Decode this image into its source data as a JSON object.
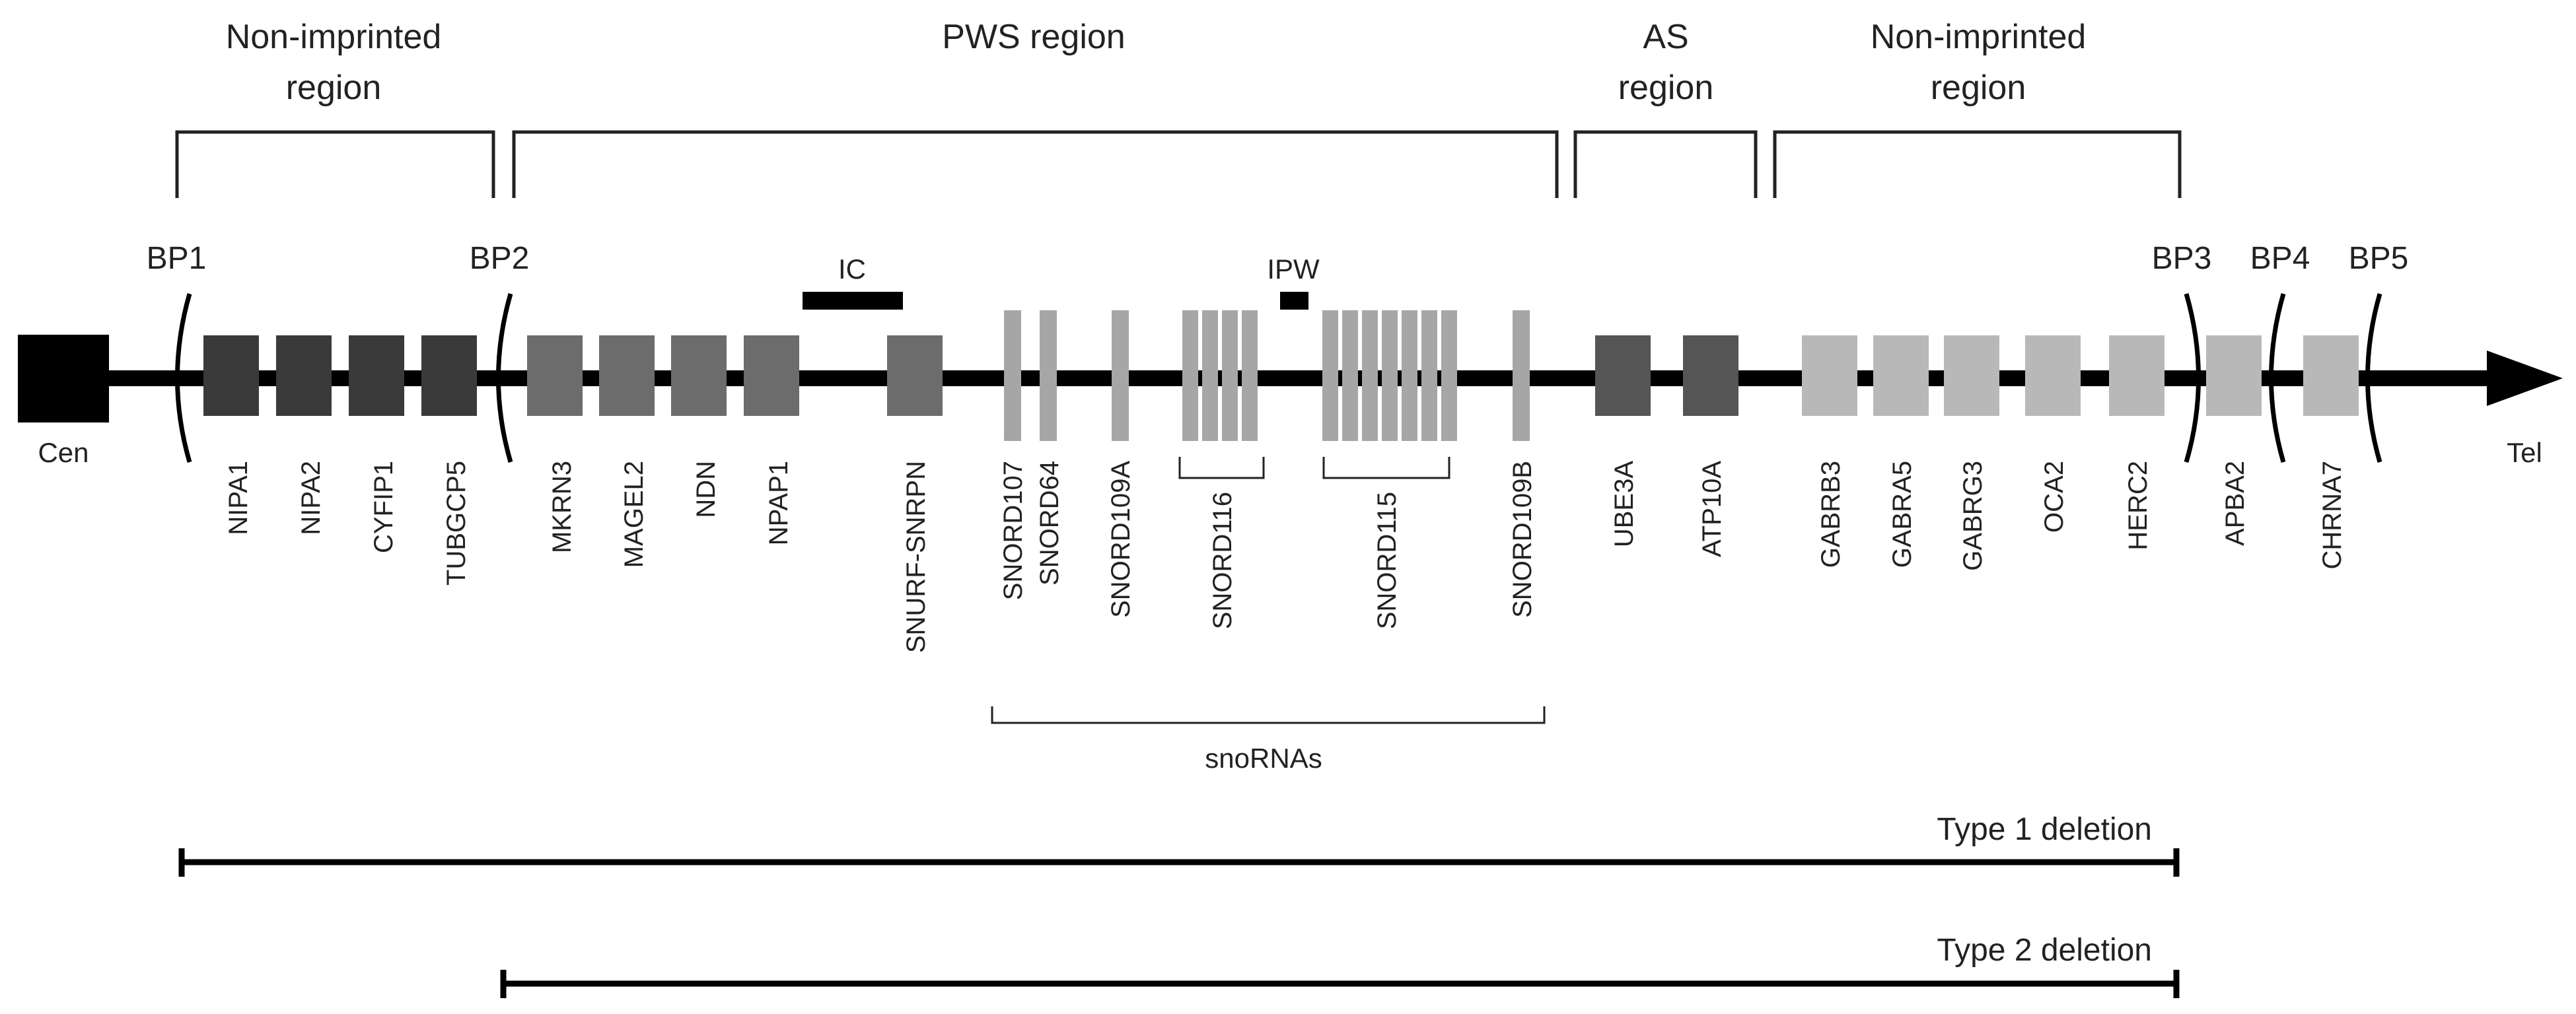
{
  "regions": [
    {
      "key": "nonimp1",
      "lines": [
        "Non-imprinted",
        "region"
      ]
    },
    {
      "key": "pws",
      "lines": [
        "PWS region"
      ]
    },
    {
      "key": "as",
      "lines": [
        "AS",
        "region"
      ]
    },
    {
      "key": "nonimp2",
      "lines": [
        "Non-imprinted",
        "region"
      ]
    }
  ],
  "breakpoints": [
    {
      "key": "bp1",
      "label": "BP1"
    },
    {
      "key": "bp2",
      "label": "BP2"
    },
    {
      "key": "bp3",
      "label": "BP3"
    },
    {
      "key": "bp4",
      "label": "BP4"
    },
    {
      "key": "bp5",
      "label": "BP5"
    }
  ],
  "ends": {
    "centromere": "Cen",
    "telomere": "Tel"
  },
  "markers": {
    "ic": "IC",
    "ipw": "IPW"
  },
  "genes": [
    {
      "key": "nipa1",
      "label": "NIPA1"
    },
    {
      "key": "nipa2",
      "label": "NIPA2"
    },
    {
      "key": "cyfip1",
      "label": "CYFIP1"
    },
    {
      "key": "tubgcp5",
      "label": "TUBGCP5"
    },
    {
      "key": "mkrn3",
      "label": "MKRN3"
    },
    {
      "key": "magel2",
      "label": "MAGEL2"
    },
    {
      "key": "ndn",
      "label": "NDN"
    },
    {
      "key": "npap1",
      "label": "NPAP1"
    },
    {
      "key": "snurf",
      "label": "SNURF-SNRPN"
    },
    {
      "key": "snord107",
      "label": "SNORD107"
    },
    {
      "key": "snord64",
      "label": "SNORD64"
    },
    {
      "key": "snord109a",
      "label": "SNORD109A"
    },
    {
      "key": "snord116",
      "label": "SNORD116"
    },
    {
      "key": "snord115",
      "label": "SNORD115"
    },
    {
      "key": "snord109b",
      "label": "SNORD109B"
    },
    {
      "key": "ube3a",
      "label": "UBE3A"
    },
    {
      "key": "atp10a",
      "label": "ATP10A"
    },
    {
      "key": "gabrb3",
      "label": "GABRB3"
    },
    {
      "key": "gabra5",
      "label": "GABRA5"
    },
    {
      "key": "gabrg3",
      "label": "GABRG3"
    },
    {
      "key": "oca2",
      "label": "OCA2"
    },
    {
      "key": "herc2",
      "label": "HERC2"
    },
    {
      "key": "apba2",
      "label": "APBA2"
    },
    {
      "key": "chrna7",
      "label": "CHRNA7"
    }
  ],
  "snorna_group": "snoRNAs",
  "deletions": [
    {
      "key": "type1",
      "label": "Type 1 deletion"
    },
    {
      "key": "type2",
      "label": "Type 2 deletion"
    }
  ],
  "colors": {
    "chromosome": "#000000",
    "nonimprinted_left": "#3a3a3a",
    "pws_coding": "#6c6c6c",
    "snorna": "#a6a6a6",
    "as_region": "#555555",
    "nonimprinted_right": "#b8b8b8"
  }
}
